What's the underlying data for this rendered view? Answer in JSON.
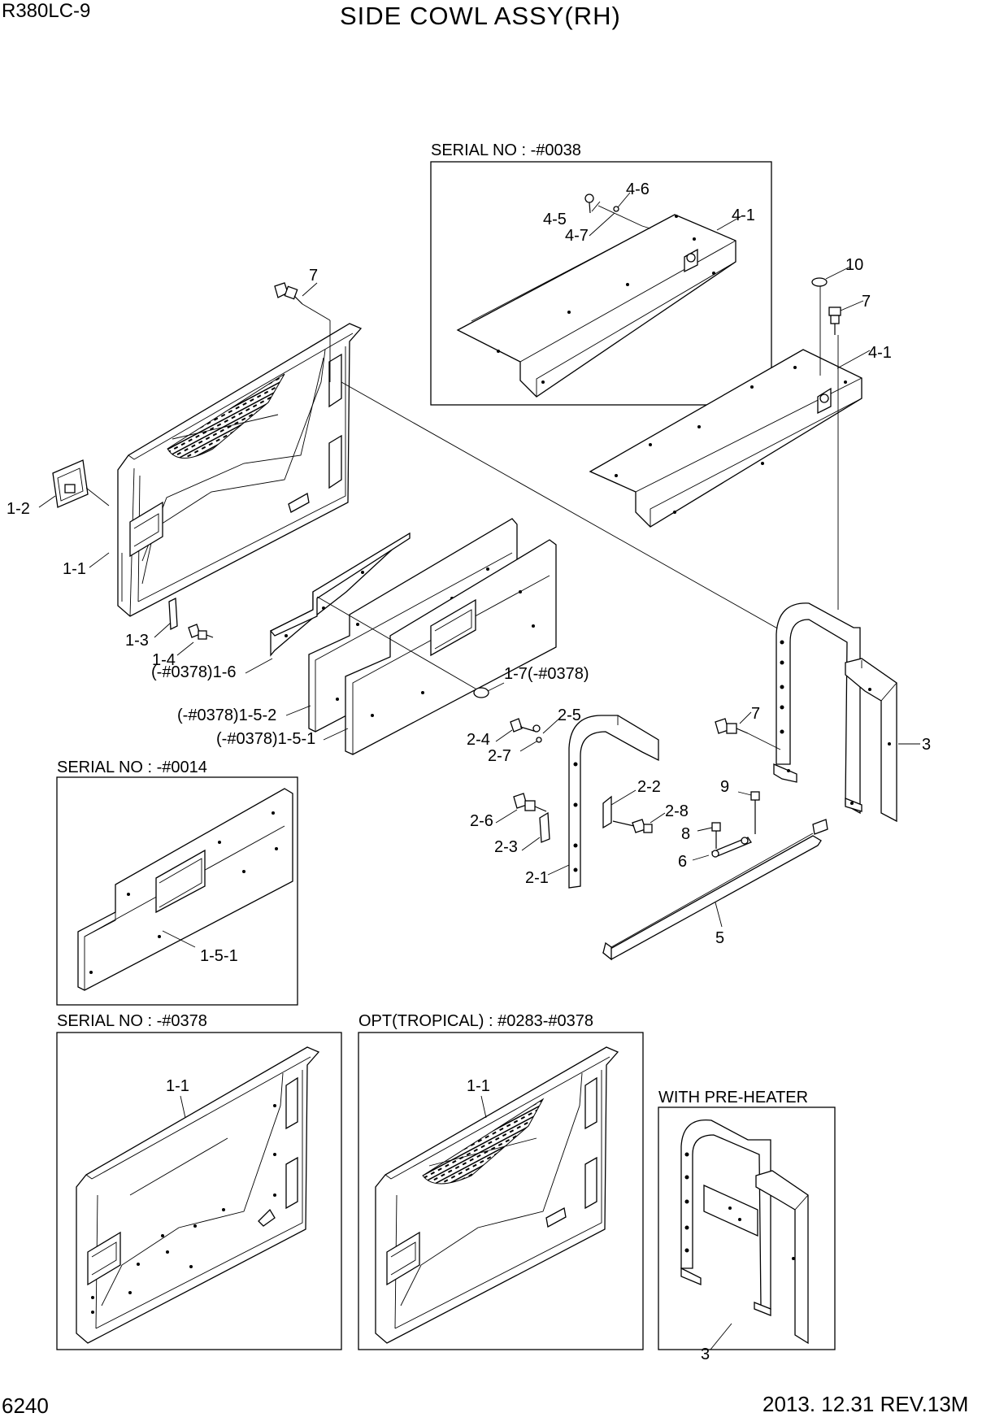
{
  "header": {
    "model": "R380LC-9",
    "title": "SIDE COWL ASSY(RH)"
  },
  "footer": {
    "page_number": "6240",
    "revision": "2013. 12.31  REV.13M"
  },
  "insets": {
    "top": "SERIAL NO : -#0038",
    "left_mid": "SERIAL NO : -#0014",
    "bottom_left": "SERIAL NO : -#0378",
    "bottom_mid": "OPT(TROPICAL) : #0283-#0378",
    "bottom_right": "WITH PRE-HEATER"
  },
  "callouts": {
    "c_4_6": "4-6",
    "c_4_5": "4-5",
    "c_4_7": "4-7",
    "c_4_1_inset": "4-1",
    "c_10": "10",
    "c_7_right": "7",
    "c_4_1": "4-1",
    "c_7_top": "7",
    "c_1_2": "1-2",
    "c_1_1": "1-1",
    "c_1_3": "1-3",
    "c_1_4": "1-4",
    "c_1_6": "(-#0378)1-6",
    "c_1_7": "1-7(-#0378)",
    "c_1_5_2": "(-#0378)1-5-2",
    "c_1_5_1": "(-#0378)1-5-1",
    "c_2_5": "2-5",
    "c_2_4": "2-4",
    "c_2_7": "2-7",
    "c_7_mid": "7",
    "c_3": "3",
    "c_2_2": "2-2",
    "c_9": "9",
    "c_2_6": "2-6",
    "c_2_8": "2-8",
    "c_8": "8",
    "c_2_3": "2-3",
    "c_6": "6",
    "c_2_1": "2-1",
    "c_5": "5",
    "c_1_5_1_inset": "1-5-1",
    "c_1_1_inset_a": "1-1",
    "c_1_1_inset_b": "1-1",
    "c_3_inset": "3"
  }
}
